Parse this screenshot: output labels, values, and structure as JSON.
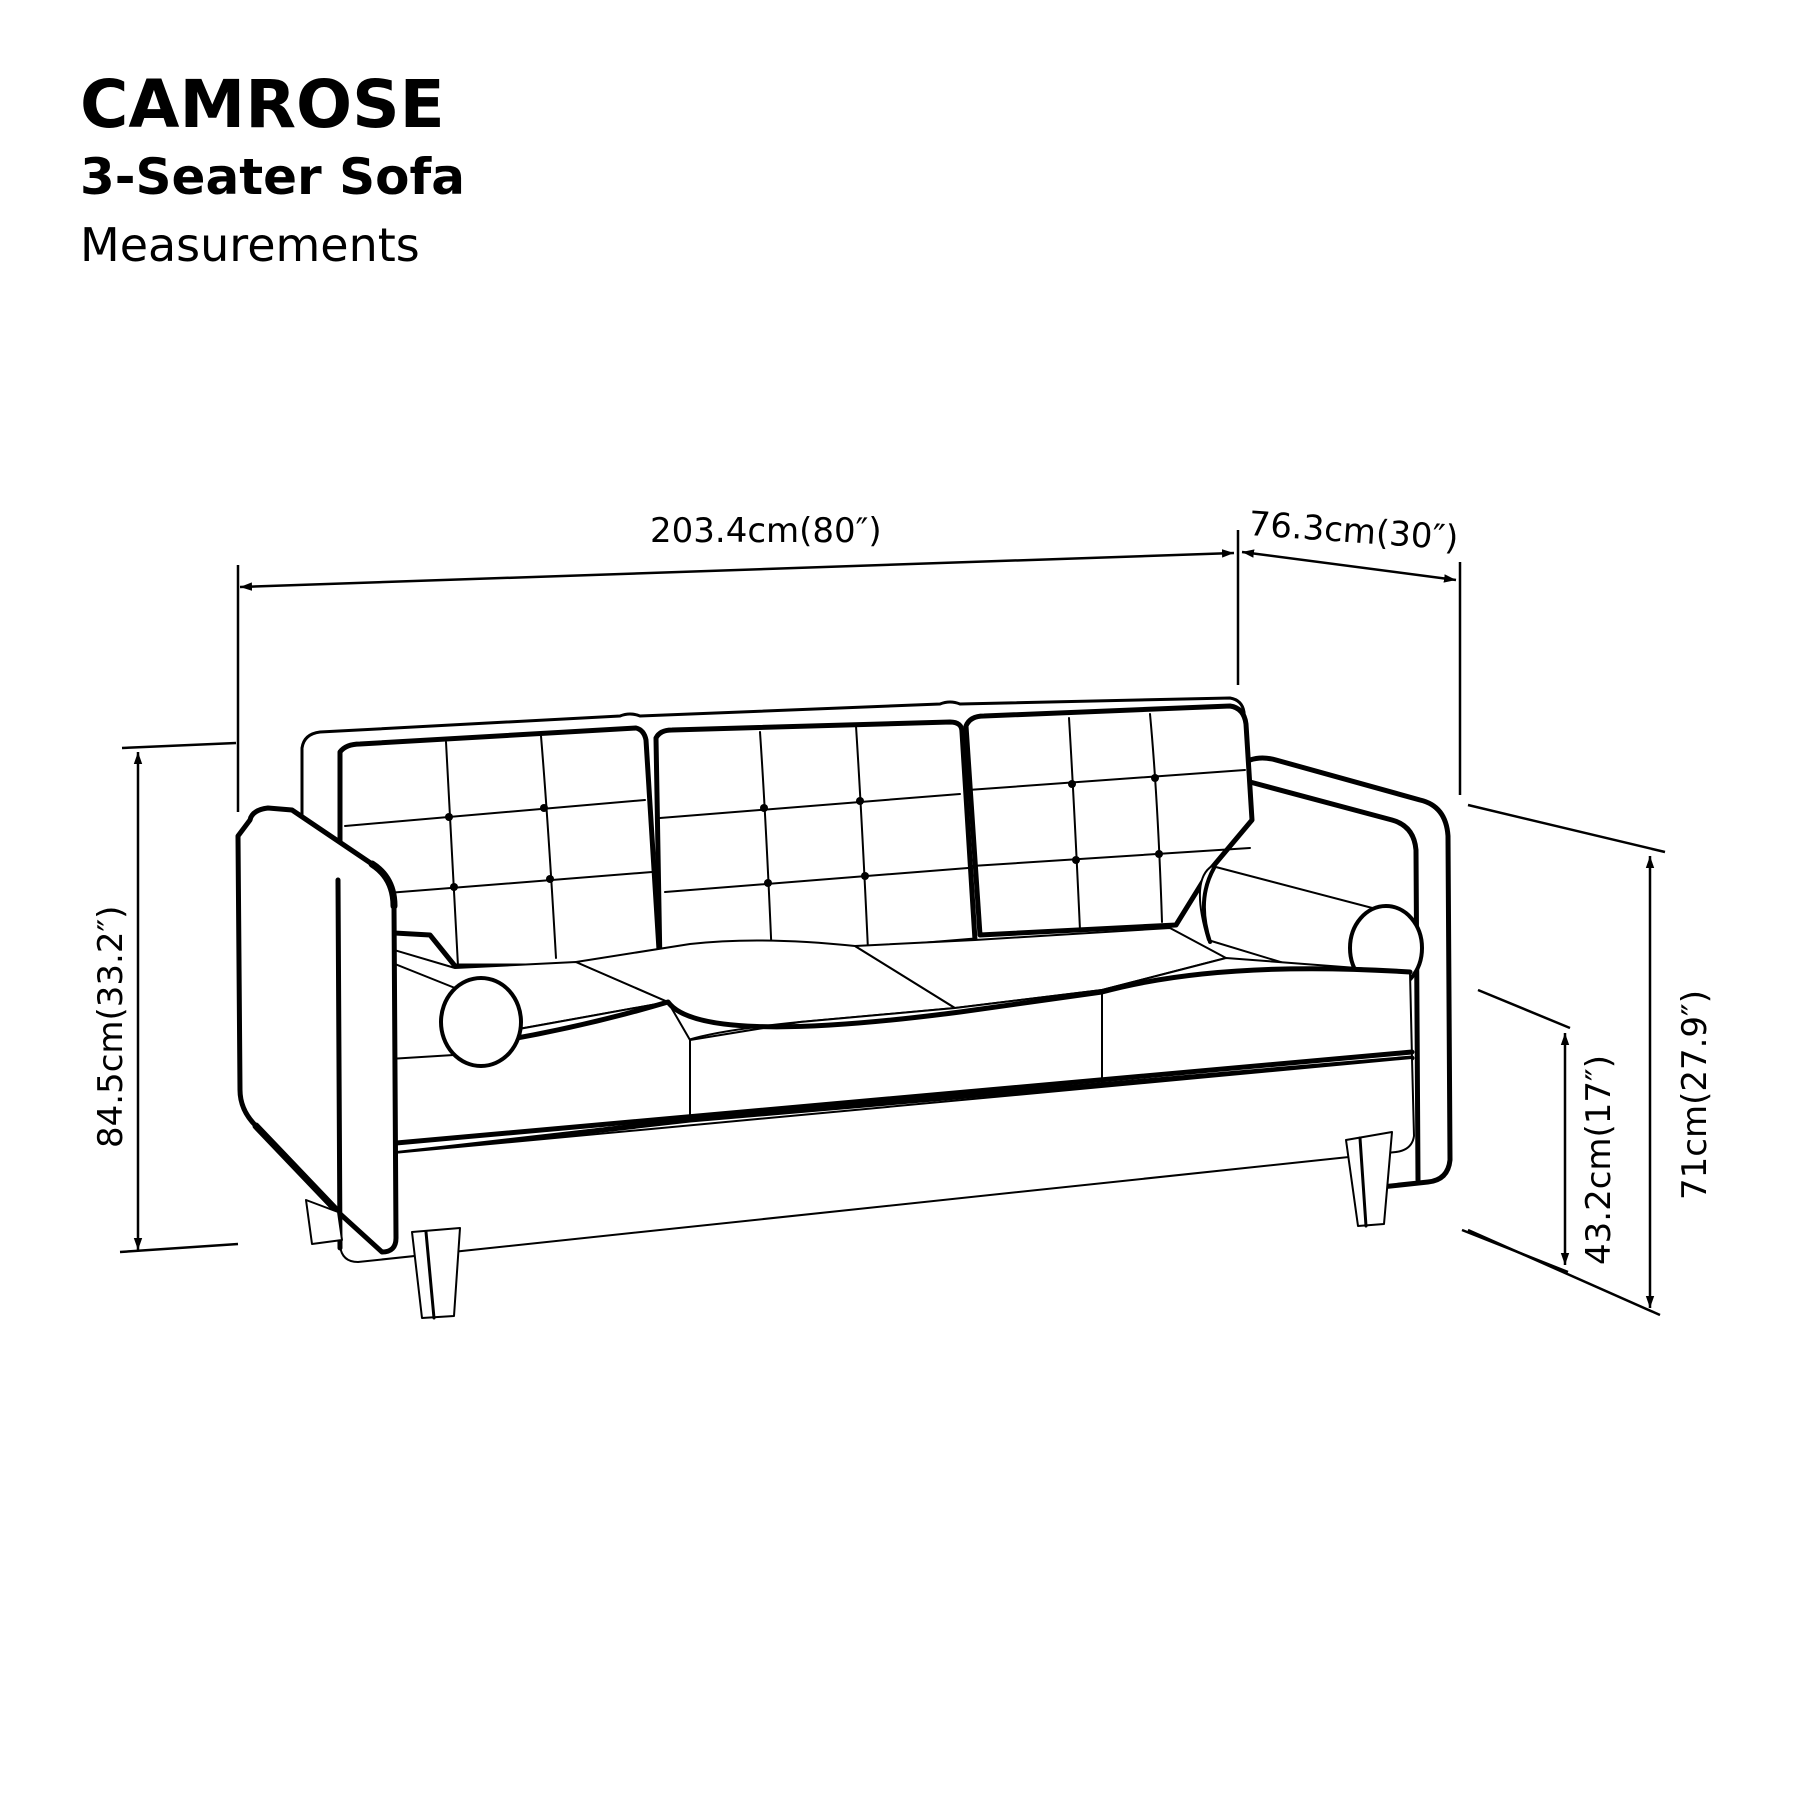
{
  "header": {
    "product_name": "CAMROSE",
    "product_type": "3-Seater Sofa",
    "caption": "Measurements"
  },
  "dimensions": {
    "width": {
      "label": "203.4cm(80″)",
      "cm": 203.4,
      "in": 80
    },
    "depth": {
      "label": "76.3cm(30″)",
      "cm": 76.3,
      "in": 30
    },
    "total_height": {
      "label": "84.5cm(33.2″)",
      "cm": 84.5,
      "in": 33.2
    },
    "seat_height": {
      "label": "43.2cm(17″)",
      "cm": 43.2,
      "in": 17
    },
    "arm_height": {
      "label": "71cm(27.9″)",
      "cm": 71,
      "in": 27.9
    }
  },
  "illustration": {
    "subject": "sofa-line-drawing",
    "seat_cushions": 3,
    "back_cushions": 3,
    "bolster_pillows": 2,
    "line_color": "#000000",
    "background": "#ffffff"
  }
}
